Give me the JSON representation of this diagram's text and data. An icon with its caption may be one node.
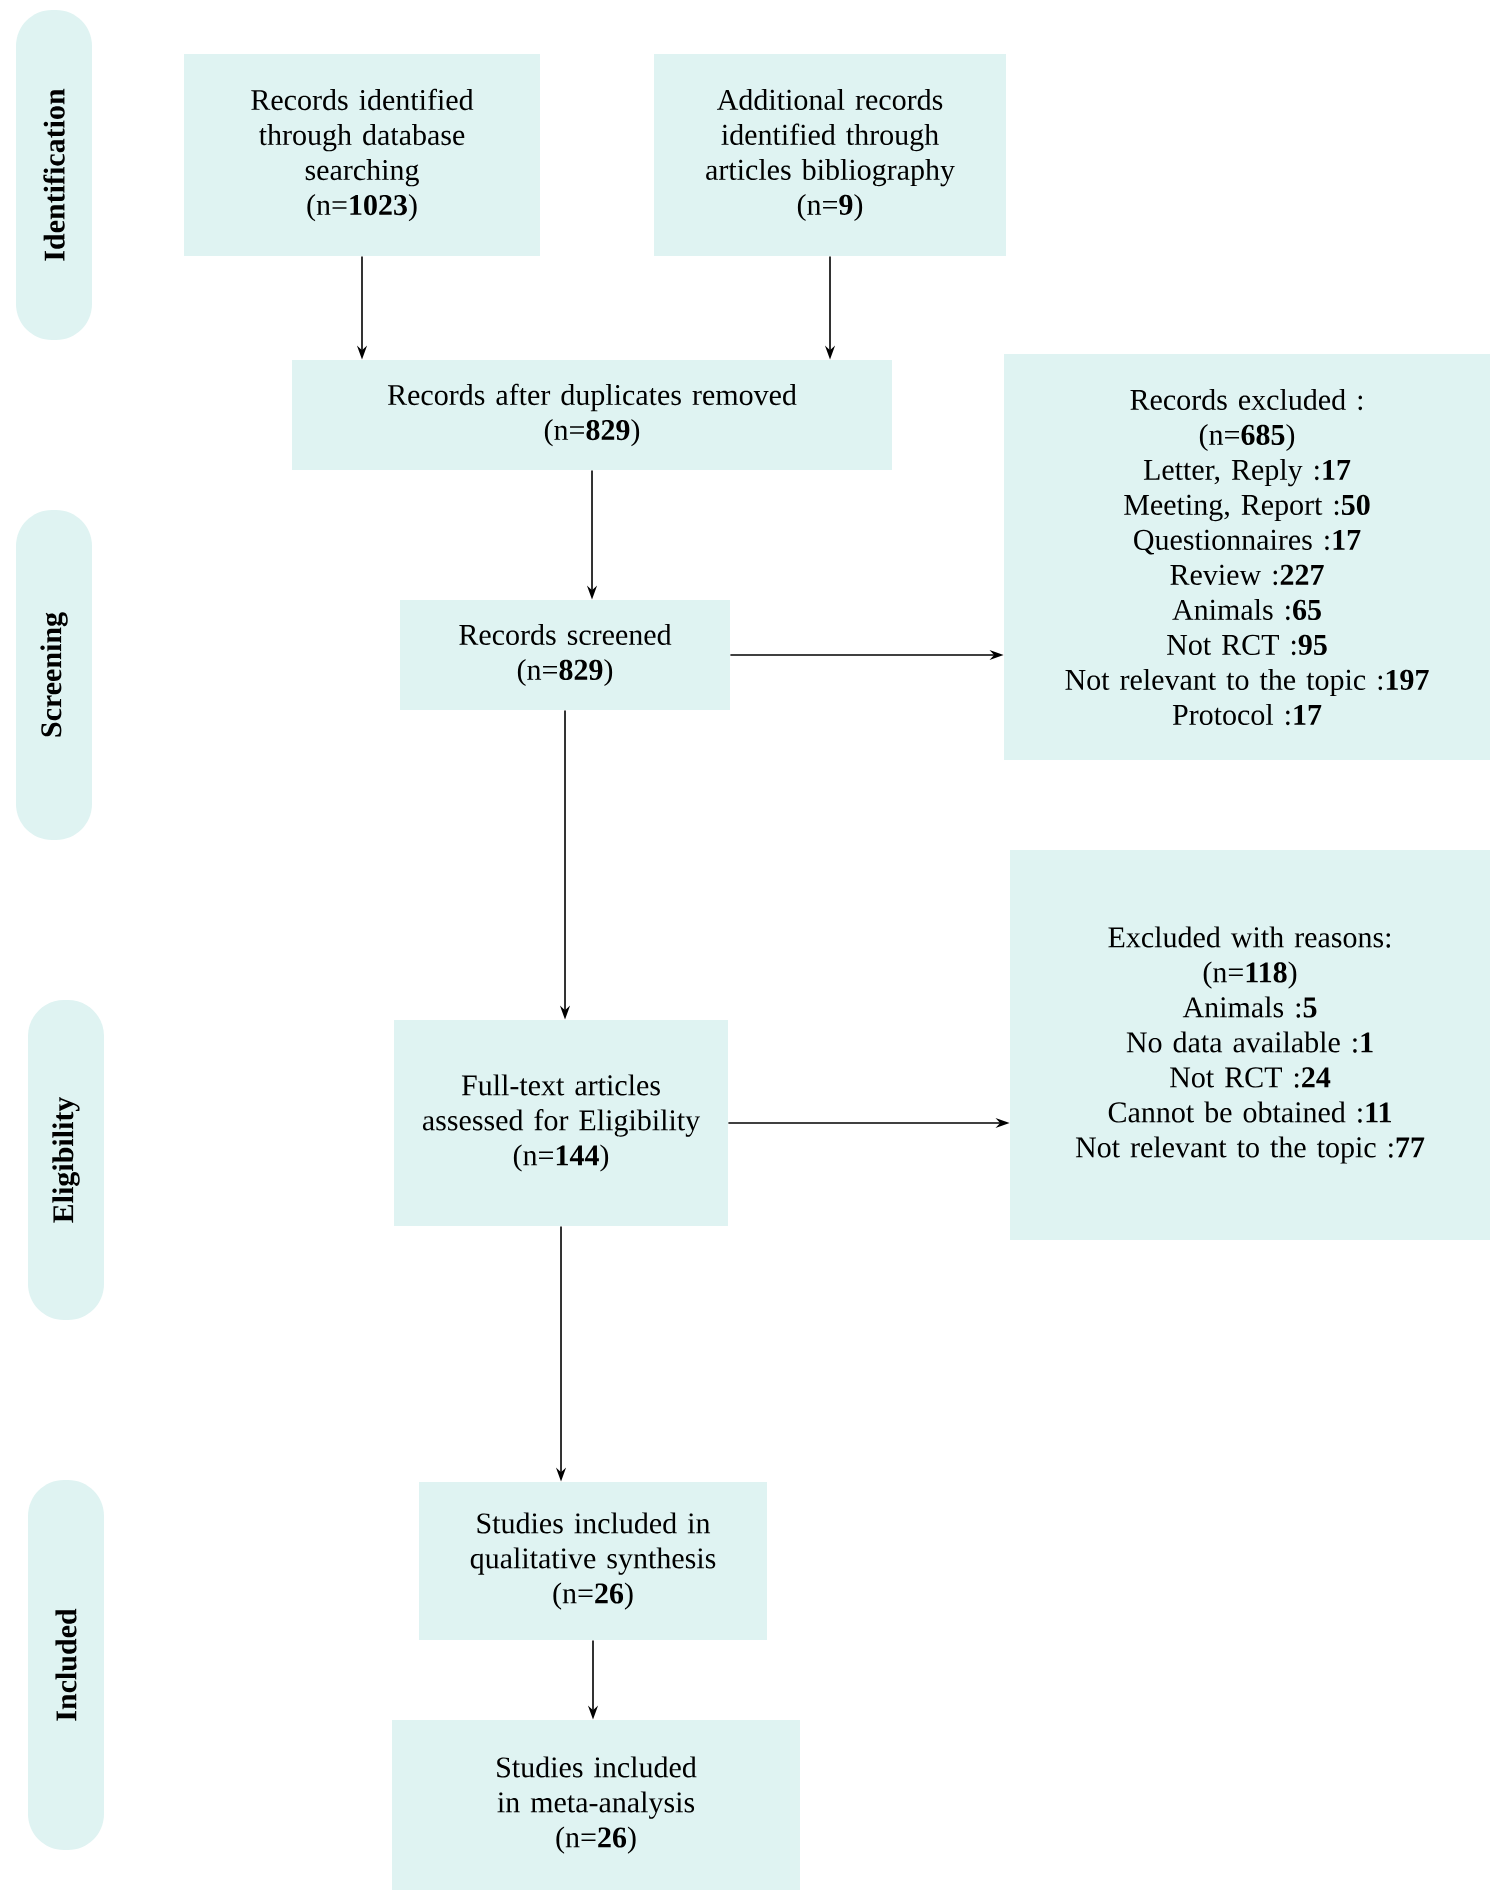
{
  "diagram": {
    "nodes": [
      {
        "text": [
          "Identification"
        ]
      },
      {
        "text": [
          "Screening"
        ]
      },
      {
        "text": [
          "Eligibility"
        ]
      },
      {
        "text": [
          "Included"
        ]
      },
      {
        "text": [
          "Records identified through database searching",
          "(n=**1023**)"
        ]
      },
      {
        "text": [
          "Additional records identified through articles bibliography",
          "(n=**9**)"
        ]
      },
      {
        "text": [
          "Records after duplicates removed",
          "(n=**829**)"
        ]
      },
      {
        "text": [
          "Records screened",
          "(n=**829**)"
        ]
      },
      {
        "text": [
          "Records excluded :",
          "(n=**685**)",
          "Letter, Reply :**17**",
          "Meeting, Report :**50**",
          "Questionnaires :**17**",
          "Review :**227**",
          "Animals :**65**",
          "Not RCT :**95**",
          "Not relevant to the topic :**197**",
          "Protocol :**17**"
        ]
      },
      {
        "text": [
          "Full-text articles assessed for Eligibility",
          "(n=**144**)"
        ]
      },
      {
        "text": [
          "Excluded with reasons:",
          "(n=**118**)",
          "Animals :**5**",
          "No data available :**1**",
          "Not RCT :**24**",
          "Cannot be obtained :**11**",
          "Not relevant to the topic :**77**"
        ]
      },
      {
        "text": [
          "Studies included in qualitative synthesis",
          "(n=**26**)"
        ]
      },
      {
        "text": [
          "Studies included in meta-analysis",
          "(n=**26**)"
        ]
      }
    ],
    "edges": [
      {
        "from": 4,
        "to": 6,
        "arrow": "to"
      },
      {
        "from": 5,
        "to": 6,
        "arrow": "to"
      },
      {
        "from": 6,
        "to": 7,
        "arrow": "to"
      },
      {
        "from": 7,
        "to": 8,
        "arrow": "to"
      },
      {
        "from": 7,
        "to": 9,
        "arrow": "to"
      },
      {
        "from": 9,
        "to": 10,
        "arrow": "to"
      },
      {
        "from": 9,
        "to": 11,
        "arrow": "to"
      },
      {
        "from": 11,
        "to": 12,
        "arrow": "to"
      }
    ]
  }
}
